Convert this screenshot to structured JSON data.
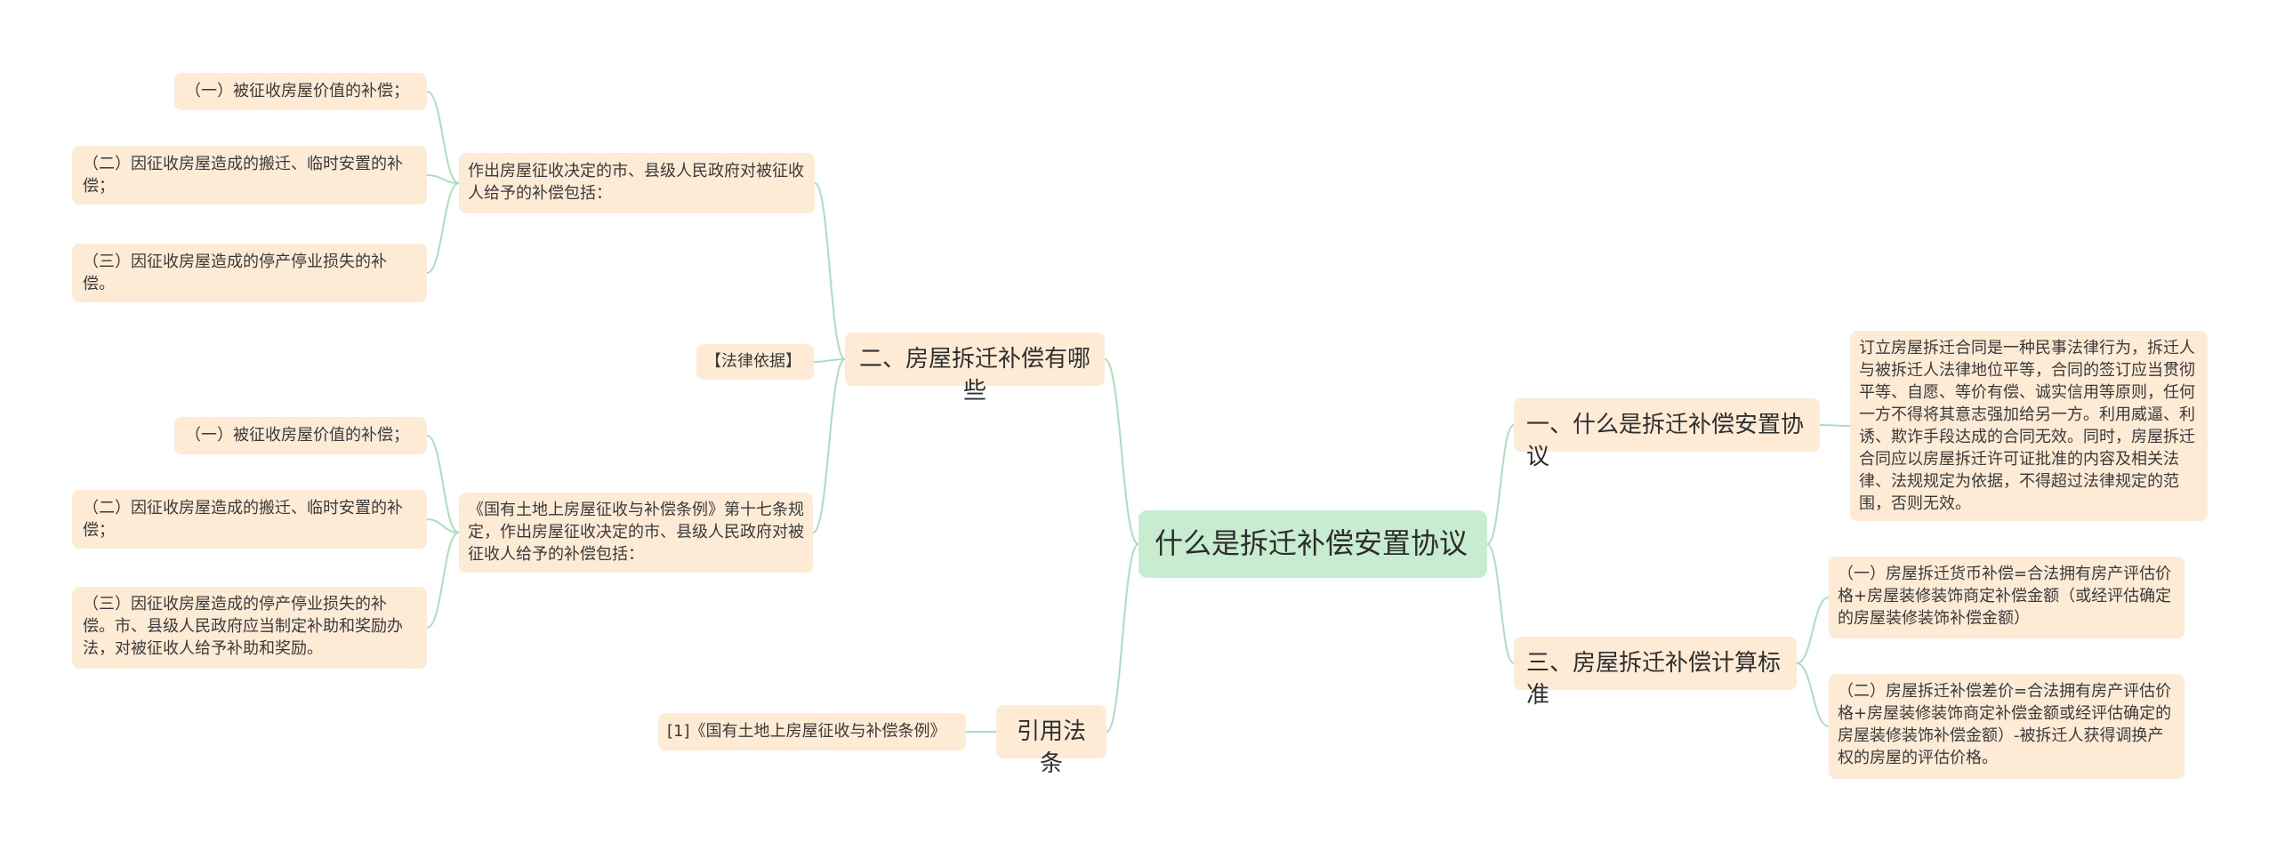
{
  "root": "什么是拆迁补偿安置协议",
  "branches": {
    "b1": {
      "title": "二、房屋拆迁补偿有哪些",
      "legal_basis": "【法律依据】",
      "g1": {
        "header": "作出房屋征收决定的市、县级人民政府对被征收人给予的补偿包括：",
        "items": [
          "（一）被征收房屋价值的补偿；",
          "（二）因征收房屋造成的搬迁、临时安置的补偿；",
          "（三）因征收房屋造成的停产停业损失的补偿。"
        ]
      },
      "g2": {
        "header": "《国有土地上房屋征收与补偿条例》第十七条规定，作出房屋征收决定的市、县级人民政府对被征收人给予的补偿包括：",
        "items": [
          "（一）被征收房屋价值的补偿；",
          "（二）因征收房屋造成的搬迁、临时安置的补偿；",
          "（三）因征收房屋造成的停产停业损失的补偿。市、县级人民政府应当制定补助和奖励办法，对被征收人给予补助和奖励。"
        ]
      }
    },
    "b2": {
      "title": "引用法条",
      "child": "[1]《国有土地上房屋征收与补偿条例》"
    },
    "b3": {
      "title": "一、什么是拆迁补偿安置协议",
      "child": "订立房屋拆迁合同是一种民事法律行为，拆迁人与被拆迁人法律地位平等，合同的签订应当贯彻平等、自愿、等价有偿、诚实信用等原则，任何一方不得将其意志强加给另一方。利用威逼、利诱、欺诈手段达成的合同无效。同时，房屋拆迁合同应以房屋拆迁许可证批准的内容及相关法律、法规规定为依据，不得超过法律规定的范围，否则无效。"
    },
    "b4": {
      "title": "三、房屋拆迁补偿计算标准",
      "items": [
        "（一）房屋拆迁货币补偿=合法拥有房产评估价格+房屋装修装饰商定补偿金额（或经评估确定的房屋装修装饰补偿金额）",
        "（二）房屋拆迁补偿差价=合法拥有房产评估价格+房屋装修装饰商定补偿金额或经评估确定的房屋装修装饰补偿金额）-被拆迁人获得调换产权的房屋的评估价格。"
      ]
    }
  },
  "colors": {
    "edge": "#a8e0bc",
    "node": "#fdebd6",
    "root": "#c7ecd0"
  }
}
